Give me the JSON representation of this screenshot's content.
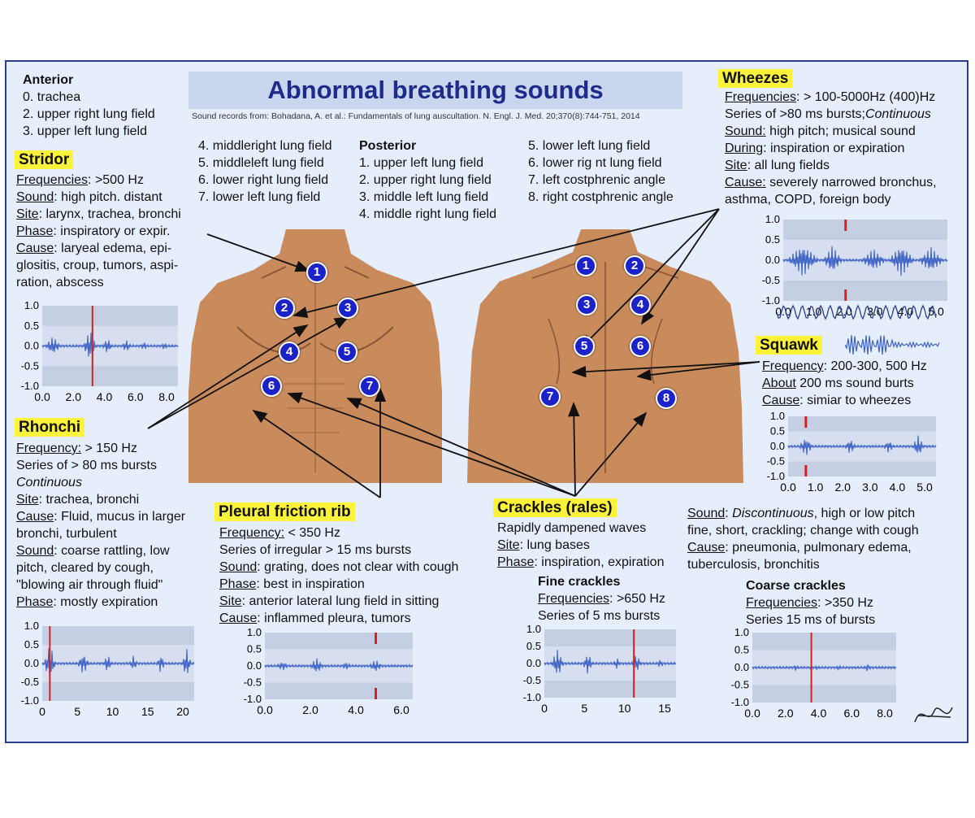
{
  "title": "Abnormal breathing sounds",
  "source": "Sound records from: Bohadana, A. et al.: Fundamentals of lung auscultation. N. Engl. J. Med. 20;370(8):744-751, 2014",
  "anterior": {
    "heading": "Anterior",
    "items": [
      "0. trachea",
      "2. upper right lung field",
      "3. upper left lung field"
    ],
    "items2": [
      "4. middleright lung field",
      "5. middleleft lung field",
      "6. lower right lung field",
      "7. lower left lung field"
    ]
  },
  "posterior": {
    "heading": "Posterior",
    "items": [
      "1. upper left lung field",
      "2. upper right lung field",
      "3. middle left lung field",
      "4. middle right lung field"
    ],
    "items2": [
      "5. lower left lung field",
      "6. lower rig nt lung field",
      "7. left costphrenic angle",
      "8. right costphrenic angle"
    ]
  },
  "markers": {
    "front": [
      "1",
      "2",
      "3",
      "4",
      "5",
      "6",
      "7"
    ],
    "back": [
      "1",
      "2",
      "3",
      "4",
      "5",
      "6",
      "7",
      "8"
    ]
  },
  "stridor": {
    "title": "Stridor",
    "lines": [
      {
        "k": "Frequencies",
        "v": ": >500 Hz"
      },
      {
        "k": "Sound",
        "v": ": high pitch. distant"
      },
      {
        "k": "Site",
        "v": ": larynx, trachea, bronchi"
      },
      {
        "k": "Phase",
        "v": ": inspiratory or expir."
      },
      {
        "k": "Cause",
        "v": ": laryeal edema, epi-"
      }
    ],
    "extra": [
      "glositis, croup, tumors, aspi-",
      "ration, abscess"
    ],
    "yticks": [
      "1.0",
      "0.5",
      "0.0",
      "-0.5",
      "-1.0"
    ],
    "xticks": [
      "0.0",
      "2.0",
      "4.0",
      "6.0",
      "8.0"
    ]
  },
  "rhonchi": {
    "title": "Rhonchi",
    "l1k": "Frequency:",
    "l1v": " > 150 Hz",
    "l2": "Series of > 80 ms bursts",
    "l3": "Continuous",
    "l4k": "Site",
    "l4v": ": trachea, bronchi",
    "l5k": "Cause",
    "l5v": ": Fluid, mucus in larger",
    "l6": "bronchi, turbulent",
    "l7k": "Sound",
    "l7v": ": coarse rattling, low",
    "l8": "pitch, cleared by cough,",
    "l9": "\"blowing air through fluid\"",
    "l10k": "Phase",
    "l10v": ": mostly expiration",
    "yticks": [
      "1.0",
      "0.5",
      "0.0",
      "-0.5",
      "-1.0"
    ],
    "xticks": [
      "0",
      "5",
      "10",
      "15",
      "20"
    ]
  },
  "wheezes": {
    "title": "Wheezes",
    "l1k": "Frequencies",
    "l1v": ": > 100-5000Hz (400)Hz",
    "l2a": "Series of >80 ms bursts;",
    "l2b": "Continuous",
    "l3k": "Sound:",
    "l3v": " high pitch; musical sound",
    "l4k": "During",
    "l4v": ": inspiration or expiration",
    "l5k": "Site",
    "l5v": ": all lung fields",
    "l6k": "Cause:",
    "l6v": " severely narrowed bronchus,",
    "l7": "asthma, COPD, foreign body",
    "yticks": [
      "1.0",
      "0.5",
      "0.0",
      "-0.5",
      "-1.0"
    ],
    "xticks": [
      "0.0",
      "1.0",
      "2.0",
      "3.0",
      "4.0",
      "5.0"
    ]
  },
  "squawk": {
    "title": "Squawk",
    "l1k": "Frequency",
    "l1v": ": 200-300, 500 Hz",
    "l2k": "About",
    "l2v": " 200 ms sound burts",
    "l3k": "Cause",
    "l3v": ": simiar to wheezes",
    "yticks": [
      "1.0",
      "0.5",
      "0.0",
      "-0.5",
      "-1.0"
    ],
    "xticks": [
      "0.0",
      "1.0",
      "2.0",
      "3.0",
      "4.0",
      "5.0"
    ]
  },
  "pleural": {
    "title": "Pleural friction rib",
    "l1k": "Frequency:",
    "l1v": " < 350 Hz",
    "l2": "Series of irregular > 15 ms bursts",
    "l3k": "Sound",
    "l3v": ": grating, does not clear with cough",
    "l4k": "Phase",
    "l4v": ": best in inspiration",
    "l5k": "Site",
    "l5v": ": anterior lateral lung field in sitting",
    "l6k": "Cause",
    "l6v": ": inflammed pleura, tumors",
    "yticks": [
      "1.0",
      "0.5",
      "0.0",
      "-0.5",
      "-1.0"
    ],
    "xticks": [
      "0.0",
      "2.0",
      "4.0",
      "6.0"
    ]
  },
  "crackles": {
    "title": "Crackles (rales)",
    "l1": "Rapidly dampened waves",
    "l2k": "Site",
    "l2v": ": lung bases",
    "l3k": "Phase",
    "l3v": ": inspiration, expiration",
    "r1k": "Sound",
    "r1v": ": ",
    "r1i": "Discontinuous",
    "r1e": ", high or low pitch",
    "r2": "fine, short, crackling; change with cough",
    "r3k": "Cause",
    "r3v": ":  pneumonia, pulmonary edema,",
    "r4": "tuberculosis, bronchitis",
    "fine": {
      "title": "Fine crackles",
      "l1k": "Frequencies",
      "l1v": ": >650 Hz",
      "l2": "Series of 5 ms bursts",
      "yticks": [
        "1.0",
        "0.5",
        "0.0",
        "-0.5",
        "-1.0"
      ],
      "xticks": [
        "0",
        "5",
        "10",
        "15"
      ]
    },
    "coarse": {
      "title": "Coarse crackles",
      "l1k": "Frequencies",
      "l1v": ": >350 Hz",
      "l2": "Series 15 ms of bursts",
      "yticks": [
        "1.0",
        "0.5",
        "0.0",
        "-0.5",
        "-1.0"
      ],
      "xticks": [
        "0.0",
        "2.0",
        "4.0",
        "6.0",
        "8.0"
      ]
    }
  },
  "colors": {
    "highlight": "#fbf23a",
    "title": "#1d2b8c",
    "marker": "#1c22c9",
    "wave": "#3d63c4",
    "cursor": "#d61f1f",
    "skin": "#c98a5c"
  }
}
